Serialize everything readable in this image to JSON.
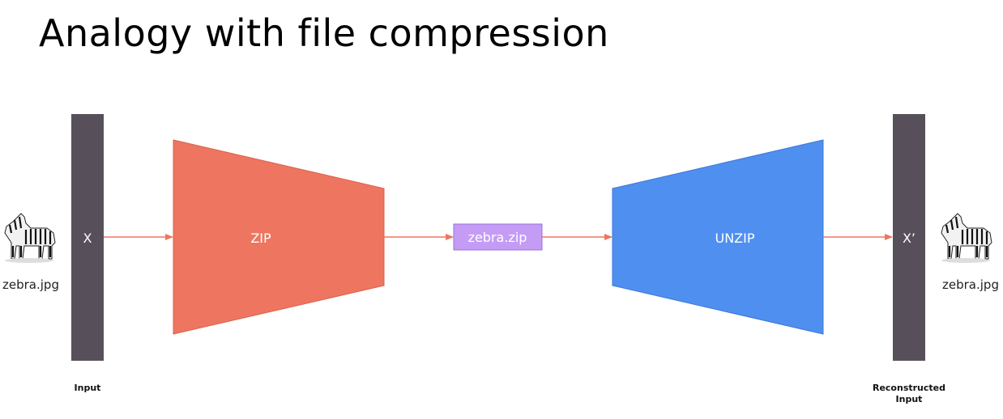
{
  "slide": {
    "title": "Analogy with file compression"
  },
  "diagram": {
    "input_symbol": "X",
    "output_symbol": "X’",
    "encoder_label": "ZIP",
    "compressed_label": "zebra.zip",
    "decoder_label": "UNZIP",
    "input_file_label": "zebra.jpg",
    "output_file_label": "zebra.jpg",
    "input_caption": "Input",
    "output_caption_line1": "Reconstructed",
    "output_caption_line2": "Input",
    "input_image_icon": "zebra-icon",
    "output_image_icon": "zebra-icon"
  },
  "colors": {
    "bar": "#57505a",
    "encoder": "#ee7560",
    "decoder": "#4f8ff0",
    "compressed": "#c49cf5",
    "arrow": "#ee7560"
  }
}
